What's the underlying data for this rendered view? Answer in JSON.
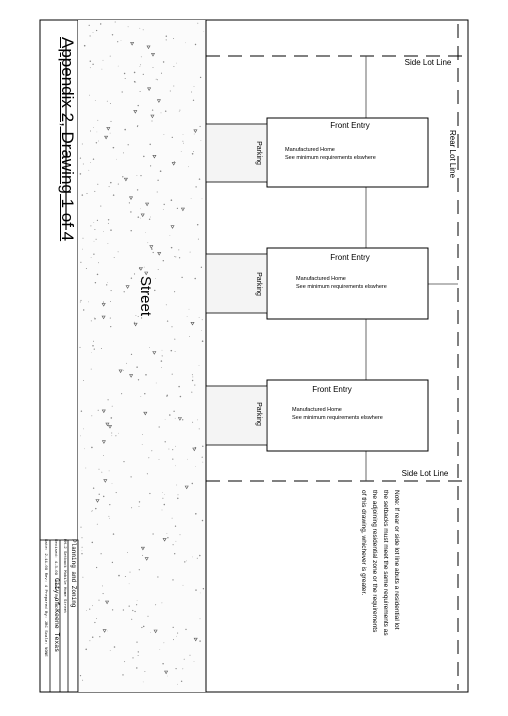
{
  "title": "Appendix 2, Drawing 1 of 4",
  "street": "Street",
  "side_lot_line_top": "Side Lot Line",
  "side_lot_line_bottom": "Side Lot Line",
  "rear_lot_line": "Rear Lot Line",
  "homes": [
    {
      "front_entry": "Front Entry",
      "line1": "Manufactured Home",
      "line2": "See minimum requirements elswhere",
      "parking": "Parking"
    },
    {
      "front_entry": "Front Entry",
      "line1": "Manufactured Home",
      "line2": "See minimum requirements elswhere",
      "parking": "Parking"
    },
    {
      "front_entry": "Front Entry",
      "line1": "Manufactured Home",
      "line2": "See minimum requirements elswhere",
      "parking": "Parking"
    }
  ],
  "note": [
    "Note: If rear or side lot line abuts a residential lot",
    "the setbacks must meet the same requirements as",
    "the adjoining residential zone or the requirements",
    "of this drawing, whichever is greater."
  ],
  "title_block": {
    "department": "Planning and Zoning",
    "subtitle": "MH-2 Setback Mobile Home Street",
    "revised": "Revised: 4-3-09",
    "drawn": "Drawn By: BD",
    "date": "Date: 2-11-09",
    "rev": "Rev: 4",
    "prepared": "Prepared By: JBC",
    "scale": "Scale: NONE",
    "city": "City of Keene Texas"
  }
}
